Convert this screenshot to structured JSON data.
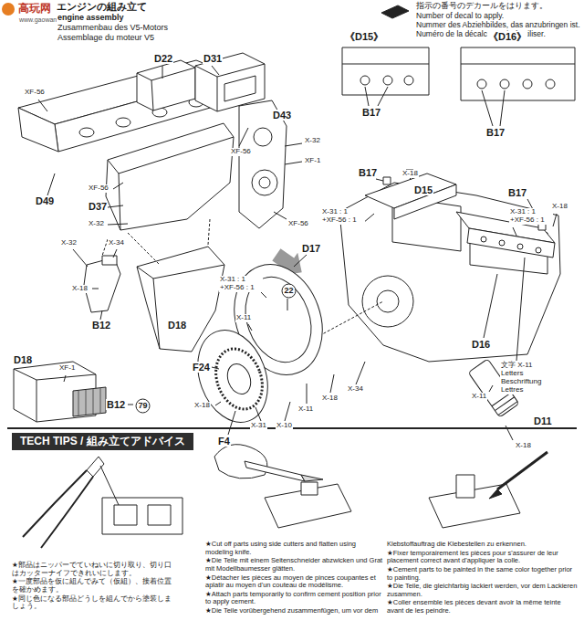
{
  "diagram": {
    "title": "エンジンの組み立て",
    "nodes": [
      {
        "text": [
          "TECH TIPS / 組み立てアドバイス"
        ]
      },
      {
        "text": [
          "22"
        ]
      },
      {
        "text": [
          "79"
        ]
      }
    ],
    "labels": [
      "高玩网",
      "www.gaowan.com",
      "engine assembly",
      "Zusammenbau des V5-Motors",
      "Assemblage du moteur V5",
      "指示の番号のデカールをはります。",
      "Number of decal to apply.",
      "Nummer des Abziehbildes, das anzubringen ist.",
      "Numéro de la décalcomanie à utiliser.",
      "D22",
      "D31",
      "XF-56",
      "XF-56",
      "D43",
      "X-32",
      "XF-1",
      "D49",
      "XF-56",
      "D37",
      "X-32",
      "XF-56",
      "X-32",
      "X-34",
      "X-18",
      "B12",
      "D18",
      "《D15》",
      "《D16》",
      "B17",
      "B17",
      "B17",
      "X-18",
      "D15",
      "X-31 : 1 +XF-56 : 1",
      "B17",
      "X-18",
      "X-31 : 1 +XF-56 : 1",
      "D17",
      "X-31 : 1 +XF-56 : 1",
      "X-11",
      "F24",
      "X-18",
      "F4",
      "X-31",
      "X-10",
      "X-11",
      "X-18",
      "X-34",
      "D16",
      "文字 X-11 Letters Beschriftung Lettres",
      "X-11",
      "D11",
      "X-18",
      "D18",
      "XF-1",
      "B12",
      "★部品はニッパーでていねいに切り取り、切り口はカッターナイフできれいにします。",
      "★一度部品を仮に組んでみて（仮組）、接着位置を確かめます。",
      "★同じ色になる部品どうしを組んでから塗装しましょう。",
      "★Cut off parts using side cutters and flatten using modeling knife.",
      "★Die Teile mit einem Seitenschneider abzwicken und Grat mit Modellbaumesser glätten.",
      "★Détacher les pièces au moyen de pinces coupantes et aplatir au moyen d'un couteau de modélisme.",
      "★Attach parts temporarily to confirm cement position prior to apply cement.",
      "★Die Teile vorübergehend zusammenfügen, um vor dem",
      "Klebstoffauftrag die Klebestellen zu erkennen.",
      "★Fixer temporairement les pièces pour s'assurer de leur placement correct avant d'appliquer la colle.",
      "★Cement parts to be painted in the same color together prior to painting.",
      "★Die Teile, die gleichfarbig lackiert werden, vor dem Lackieren zusammen.",
      "★Coller ensemble les pièces devant avoir la même teinte avant de les peindre."
    ]
  }
}
